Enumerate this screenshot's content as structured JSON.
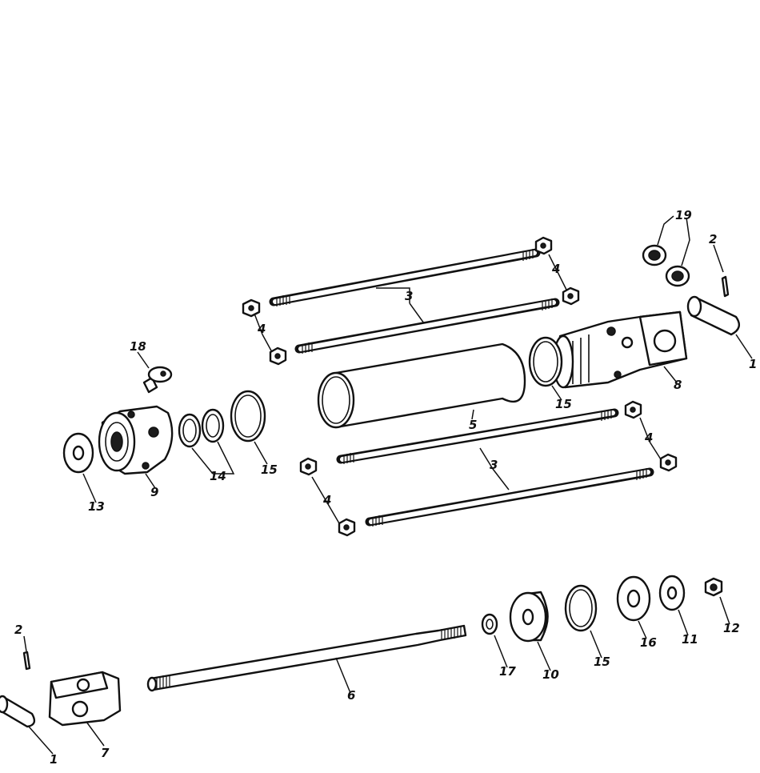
{
  "callouts": {
    "c1a": "1",
    "c1b": "1",
    "c2a": "2",
    "c2b": "2",
    "c3a": "3",
    "c3b": "3",
    "c4a": "4",
    "c4b": "4",
    "c4c": "4",
    "c4d": "4",
    "c5": "5",
    "c6": "6",
    "c7": "7",
    "c8": "8",
    "c9": "9",
    "c10": "10",
    "c11": "11",
    "c12": "12",
    "c13": "13",
    "c14": "14",
    "c15a": "15",
    "c15b": "15",
    "c15c": "15",
    "c16": "16",
    "c17": "17",
    "c18": "18",
    "c19": "19"
  },
  "colors": {
    "ink": "#111111",
    "paper": "#ffffff"
  }
}
